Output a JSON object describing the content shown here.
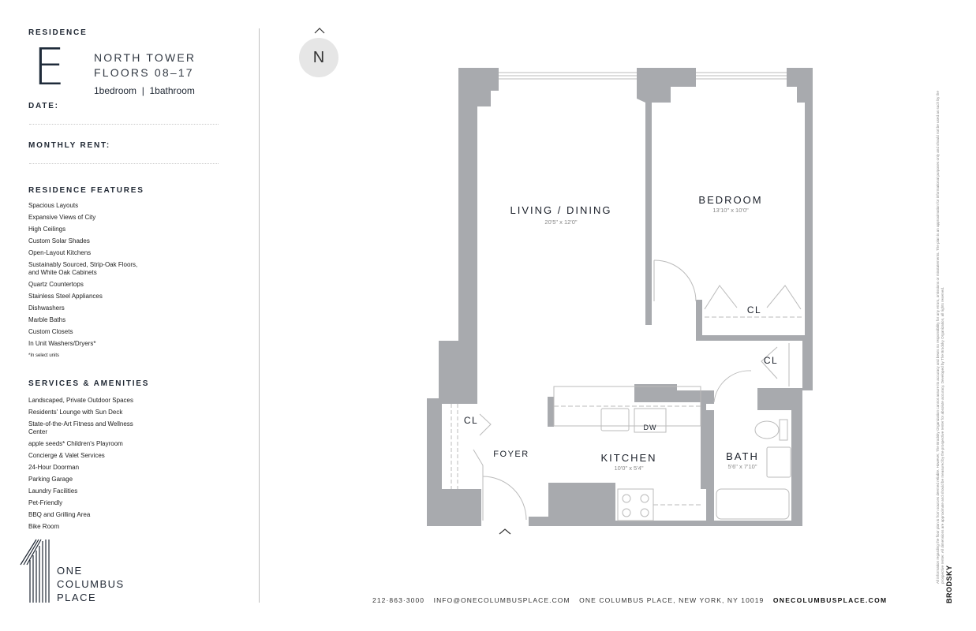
{
  "residence": {
    "label": "RESIDENCE",
    "letter": "E",
    "tower": "NORTH TOWER",
    "floors": "FLOORS 08–17",
    "rooms": "1bedroom  |  1bathroom",
    "date_label": "DATE:",
    "rent_label": "MONTHLY RENT:"
  },
  "features": {
    "title": "RESIDENCE FEATURES",
    "items": [
      "Spacious Layouts",
      "Expansive Views of City",
      "High Ceilings",
      "Custom Solar Shades",
      "Open-Layout Kitchens",
      "Sustainably Sourced, Strip-Oak Floors, and White Oak Cabinets",
      "Quartz Countertops",
      "Stainless Steel Appliances",
      "Dishwashers",
      "Marble Baths",
      "Custom Closets",
      "In Unit Washers/Dryers*"
    ],
    "note": "*In select units"
  },
  "amenities": {
    "title": "SERVICES & AMENITIES",
    "items": [
      "Landscaped, Private Outdoor Spaces",
      "Residents' Lounge with Sun Deck",
      "State-of-the-Art Fitness and Wellness Center",
      "apple seeds* Children's Playroom",
      "Concierge & Valet Services",
      "24-Hour Doorman",
      "Parking Garage",
      "Laundry Facilities",
      "Pet-Friendly",
      "BBQ and Grilling Area",
      "Bike Room"
    ]
  },
  "logo": {
    "line1": "ONE",
    "line2": "COLUMBUS",
    "line3": "PLACE"
  },
  "compass": {
    "label": "N",
    "icon": "north-arrow-icon"
  },
  "floorplan": {
    "living": {
      "name": "LIVING / DINING",
      "dims": "20'5\" x 12'0\""
    },
    "bedroom": {
      "name": "BEDROOM",
      "dims": "13'10\" x 10'0\""
    },
    "kitchen": {
      "name": "KITCHEN",
      "dims": "10'0\" x 5'4\""
    },
    "bath": {
      "name": "BATH",
      "dims": "5'6\" x 7'10\""
    },
    "foyer": "FOYER",
    "closet": "CL",
    "dishwasher": "DW",
    "wall_color": "#a8aaae"
  },
  "footer": {
    "phone": "212·863·3000",
    "email": "INFO@ONECOLUMBUSPLACE.COM",
    "address": "ONE COLUMBUS PLACE, NEW YORK, NY 10019",
    "website": "ONECOLUMBUSPLACE.COM"
  },
  "disclaimer": "All information regarding the floor plan is from sources deemed reliable. However, The Brodsky Organization cannot assure its accuracy and bears no responsibility for any errors, omissions or misstatements. The plan is an approximation for informational purposes only and should not be used as such by the prospective renter. All dimensions are approximate and should be measured by the prospective renter for absolute accuracy. Developed by The Brodsky Organization, all rights reserved.",
  "brand": "BRODSKY"
}
